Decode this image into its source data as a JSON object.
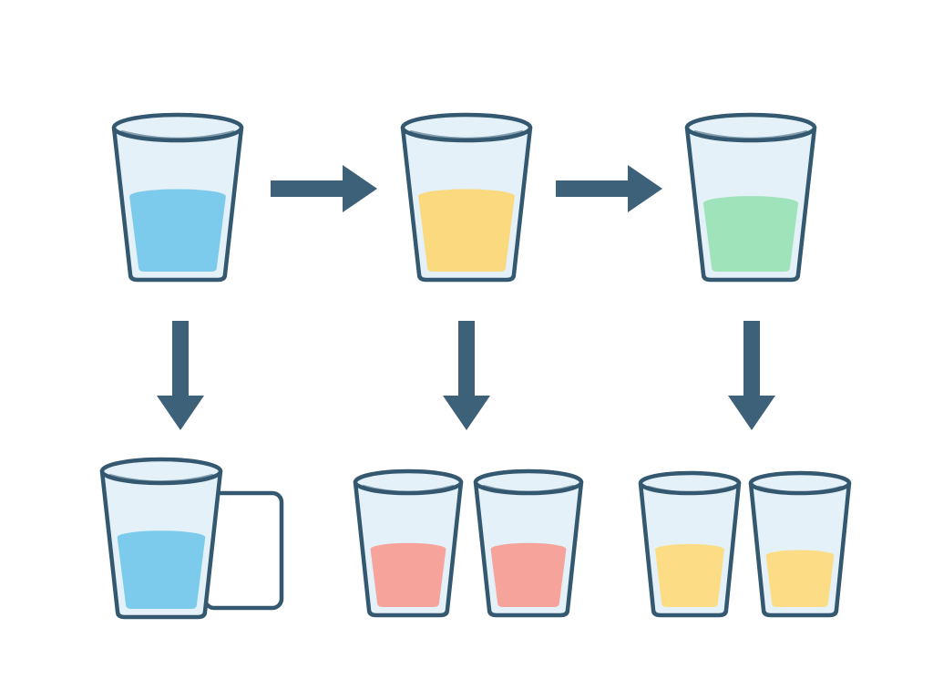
{
  "colors": {
    "outline": "#33586f",
    "glass_fill": "#e4f1f8",
    "arrow": "#3d6179",
    "liquid_blue": "#7ccbed",
    "liquid_yellow": "#fbd97f",
    "liquid_green": "#9fe3bb",
    "liquid_red": "#f6a39c",
    "liquid_yellow_light": "#fcdc85"
  },
  "glasses": [
    {
      "id": "glass-blue-start",
      "liquid": "liquid_blue",
      "level": 0.6
    },
    {
      "id": "glass-yellow-middle",
      "liquid": "liquid_yellow",
      "level": 0.6
    },
    {
      "id": "glass-green-end",
      "liquid": "liquid_green",
      "level": 0.55
    },
    {
      "id": "glass-blue-bottom",
      "liquid": "liquid_blue",
      "level": 0.6,
      "has_box": true
    },
    {
      "id": "glass-red-left",
      "liquid": "liquid_red",
      "level": 0.55
    },
    {
      "id": "glass-red-right",
      "liquid": "liquid_red",
      "level": 0.55
    },
    {
      "id": "glass-yellow-left",
      "liquid": "liquid_yellow_light",
      "level": 0.55
    },
    {
      "id": "glass-yellow-right",
      "liquid": "liquid_yellow_light",
      "level": 0.5
    }
  ],
  "arrows": [
    {
      "id": "arrow-blue-to-yellow",
      "direction": "right"
    },
    {
      "id": "arrow-yellow-to-green",
      "direction": "right"
    },
    {
      "id": "arrow-blue-down",
      "direction": "down"
    },
    {
      "id": "arrow-yellow-down",
      "direction": "down"
    },
    {
      "id": "arrow-green-down",
      "direction": "down"
    }
  ]
}
